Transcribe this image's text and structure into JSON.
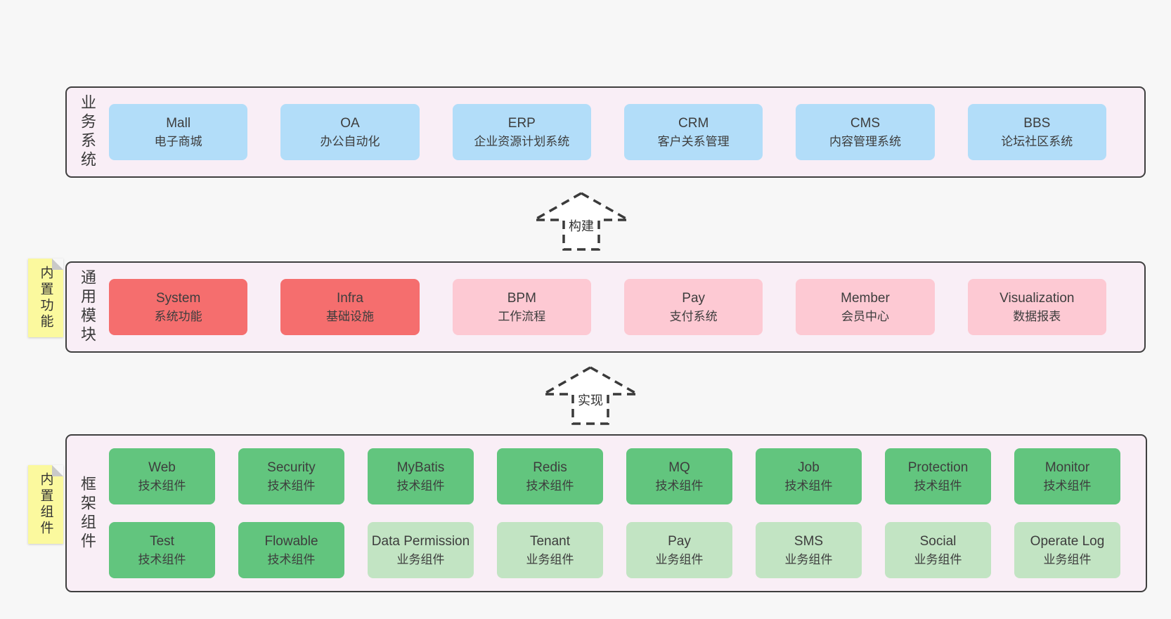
{
  "colors": {
    "page_bg": "#f7f7f7",
    "panel_bg": "#f9eef6",
    "panel_border": "#3f3f3f",
    "blue_box": "#b2ddf9",
    "red_box": "#f56e6e",
    "pink_box": "#fdc9d3",
    "green_dark_box": "#62c57e",
    "green_light_box": "#c2e4c3",
    "sticky_bg": "#fbf99e",
    "sticky_fold": "#c9c9c9",
    "text": "#3d3d3d"
  },
  "arrows": [
    {
      "label": "构建"
    },
    {
      "label": "实现"
    }
  ],
  "layers": {
    "business": {
      "label": "业务系统",
      "boxes": [
        {
          "title": "Mall",
          "subtitle": "电子商城"
        },
        {
          "title": "OA",
          "subtitle": "办公自动化"
        },
        {
          "title": "ERP",
          "subtitle": "企业资源计划系统"
        },
        {
          "title": "CRM",
          "subtitle": "客户关系管理"
        },
        {
          "title": "CMS",
          "subtitle": "内容管理系统"
        },
        {
          "title": "BBS",
          "subtitle": "论坛社区系统"
        }
      ]
    },
    "modules": {
      "label": "通用模块",
      "sticky": "内置功能",
      "boxes": [
        {
          "title": "System",
          "subtitle": "系统功能"
        },
        {
          "title": "Infra",
          "subtitle": "基础设施"
        },
        {
          "title": "BPM",
          "subtitle": "工作流程"
        },
        {
          "title": "Pay",
          "subtitle": "支付系统"
        },
        {
          "title": "Member",
          "subtitle": "会员中心"
        },
        {
          "title": "Visualization",
          "subtitle": "数据报表"
        }
      ]
    },
    "components": {
      "label": "框架组件",
      "sticky": "内置组件",
      "rows": [
        [
          {
            "title": "Web",
            "subtitle": "技术组件"
          },
          {
            "title": "Security",
            "subtitle": "技术组件"
          },
          {
            "title": "MyBatis",
            "subtitle": "技术组件"
          },
          {
            "title": "Redis",
            "subtitle": "技术组件"
          },
          {
            "title": "MQ",
            "subtitle": "技术组件"
          },
          {
            "title": "Job",
            "subtitle": "技术组件"
          },
          {
            "title": "Protection",
            "subtitle": "技术组件"
          },
          {
            "title": "Monitor",
            "subtitle": "技术组件"
          }
        ],
        [
          {
            "title": "Test",
            "subtitle": "技术组件"
          },
          {
            "title": "Flowable",
            "subtitle": "技术组件"
          },
          {
            "title": "Data Permission",
            "subtitle": "业务组件"
          },
          {
            "title": "Tenant",
            "subtitle": "业务组件"
          },
          {
            "title": "Pay",
            "subtitle": "业务组件"
          },
          {
            "title": "SMS",
            "subtitle": "业务组件"
          },
          {
            "title": "Social",
            "subtitle": "业务组件"
          },
          {
            "title": "Operate Log",
            "subtitle": "业务组件"
          }
        ]
      ]
    }
  }
}
